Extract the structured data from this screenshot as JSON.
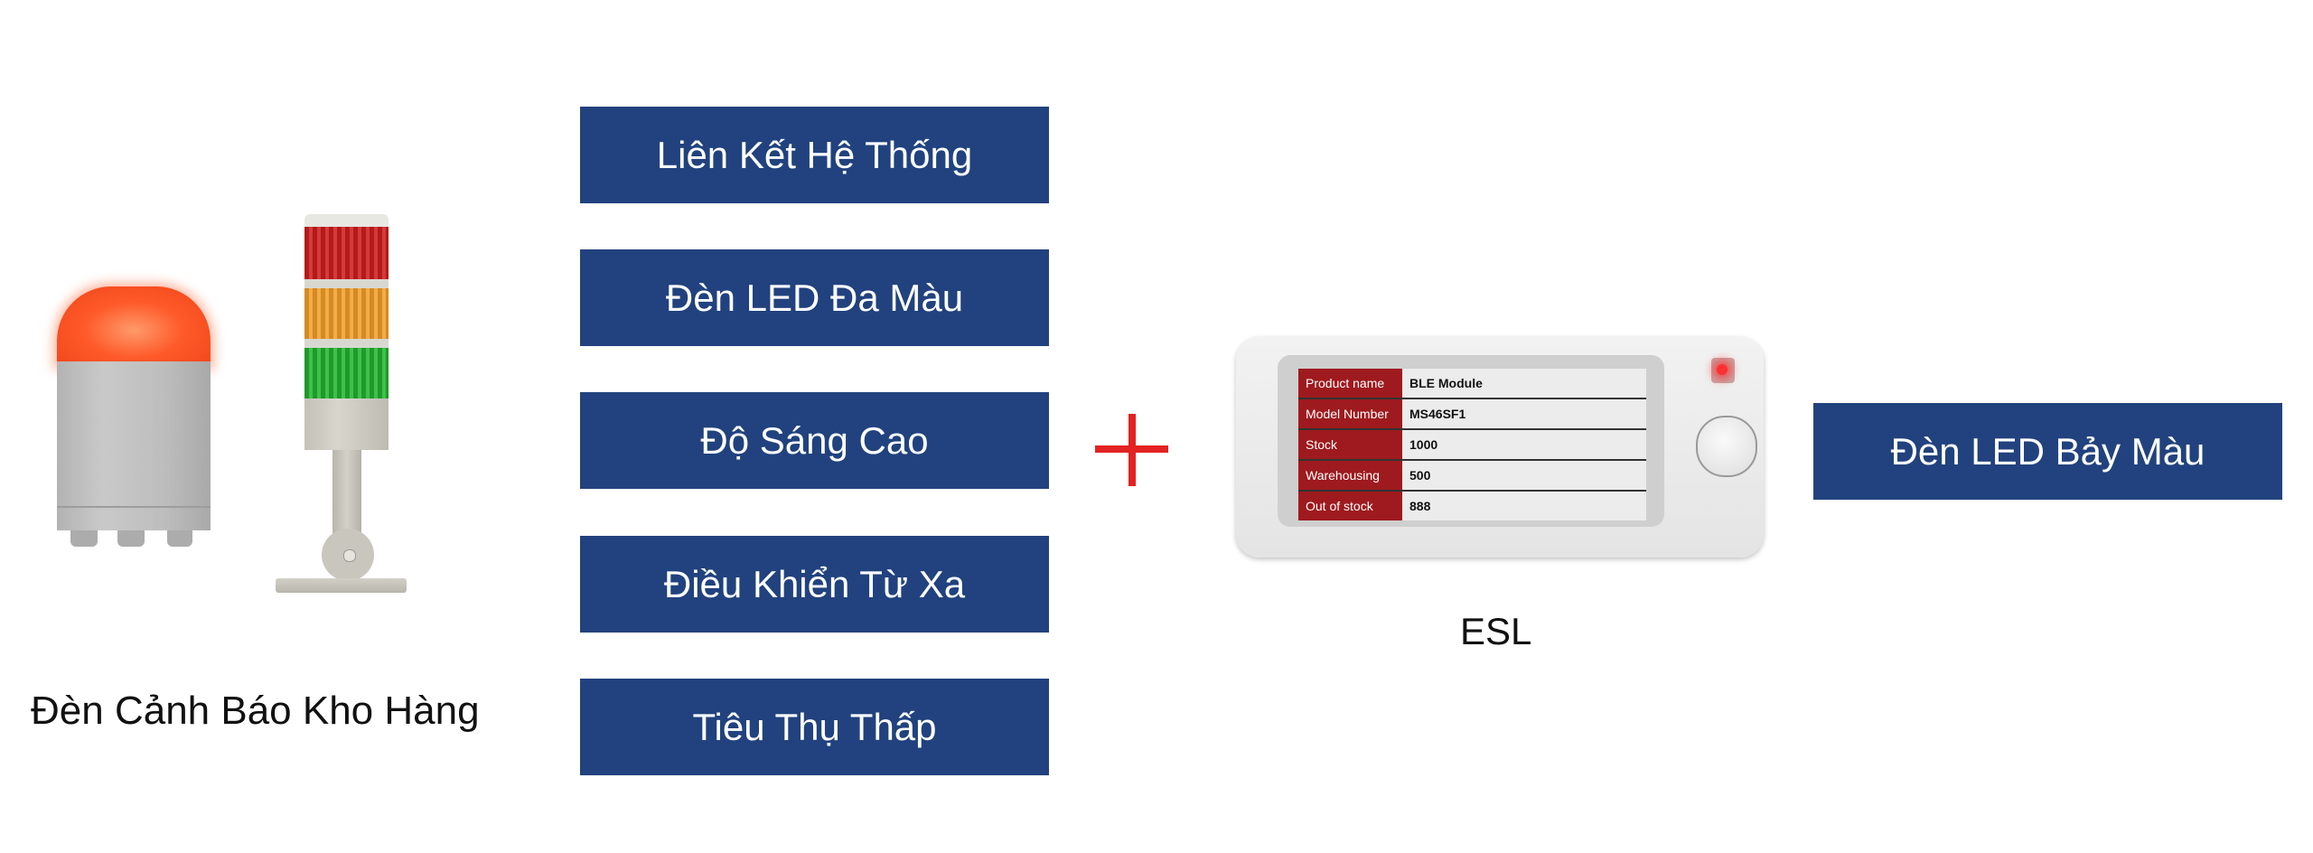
{
  "left_product": {
    "caption": "Đèn Cảnh Báo Kho Hàng"
  },
  "features": [
    {
      "label": "Liên Kết Hệ Thống"
    },
    {
      "label": "Đèn LED Đa Màu"
    },
    {
      "label": "Độ Sáng Cao"
    },
    {
      "label": "Điều Khiển Từ Xa"
    },
    {
      "label": "Tiêu Thụ Thấp"
    }
  ],
  "plus_icon": "plus-icon",
  "esl": {
    "caption": "ESL",
    "rows": [
      {
        "key": "Product name",
        "value": "BLE Module"
      },
      {
        "key": "Model Number",
        "value": "MS46SF1"
      },
      {
        "key": "Stock",
        "value": "1000"
      },
      {
        "key": "Warehousing",
        "value": "500"
      },
      {
        "key": "Out of stock",
        "value": "888"
      }
    ]
  },
  "right_feature": {
    "label": "Đèn LED Bảy Màu"
  },
  "colors": {
    "button": "#21427e",
    "plus": "#e32222",
    "esl_key": "#9e1a1e"
  }
}
